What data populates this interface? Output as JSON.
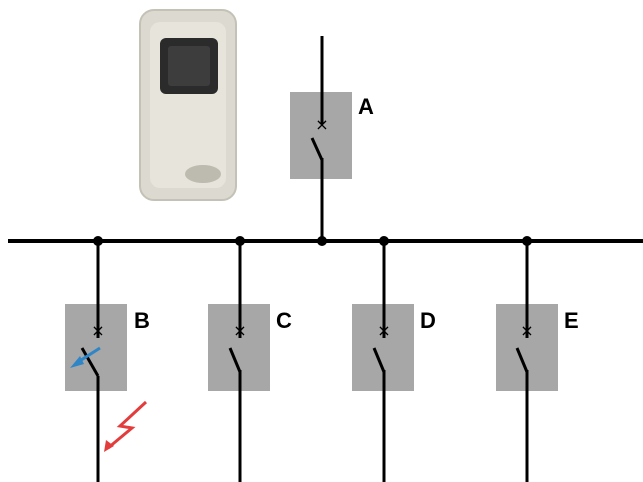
{
  "breakers": [
    {
      "id": "A",
      "label": "A",
      "state": "closed-supply"
    },
    {
      "id": "B",
      "label": "B",
      "state": "tripped"
    },
    {
      "id": "C",
      "label": "C",
      "state": "closed"
    },
    {
      "id": "D",
      "label": "D",
      "state": "closed"
    },
    {
      "id": "E",
      "label": "E",
      "state": "closed"
    }
  ],
  "icons": {
    "device": "remote-switch-device-icon",
    "fault": "lightning-bolt-icon",
    "trip": "trip-arrow-icon"
  },
  "colors": {
    "line": "#000000",
    "breaker_box": "#a7a7a7",
    "fault": "#e33c3c",
    "trip_arrow": "#2f86c7",
    "device_body": "#dcdad0",
    "device_window": "#2b2b2b"
  }
}
